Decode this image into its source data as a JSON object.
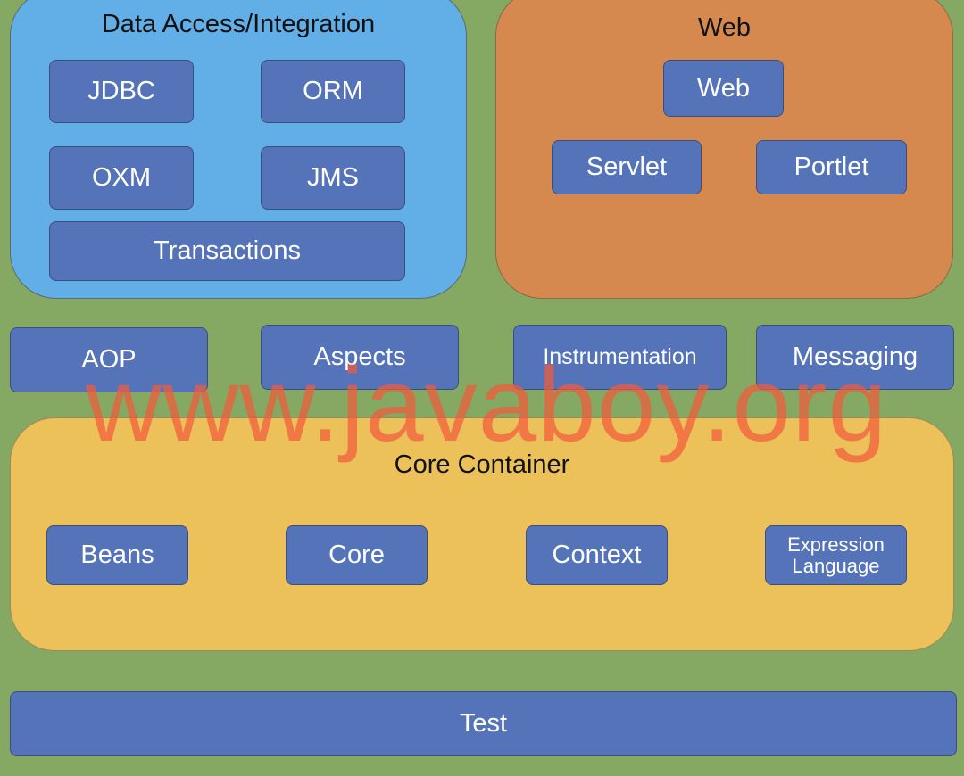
{
  "data_access": {
    "title": "Data Access/Integration",
    "items": [
      "JDBC",
      "ORM",
      "OXM",
      "JMS",
      "Transactions"
    ]
  },
  "web": {
    "title": "Web",
    "items": [
      "Web",
      "Servlet",
      "Portlet"
    ]
  },
  "middle_row": [
    "AOP",
    "Aspects",
    "Instrumentation",
    "Messaging"
  ],
  "core_container": {
    "title": "Core Container",
    "items": [
      "Beans",
      "Core",
      "Context",
      "Expression Language"
    ]
  },
  "test": "Test",
  "watermark": "www.javaboy.org",
  "colors": {
    "background": "#85a862",
    "data_access_group": "#62aee6",
    "web_group": "#d5894e",
    "core_container_group": "#ecc15a",
    "module_box": "#5473b9",
    "watermark": "#f25a3c"
  }
}
